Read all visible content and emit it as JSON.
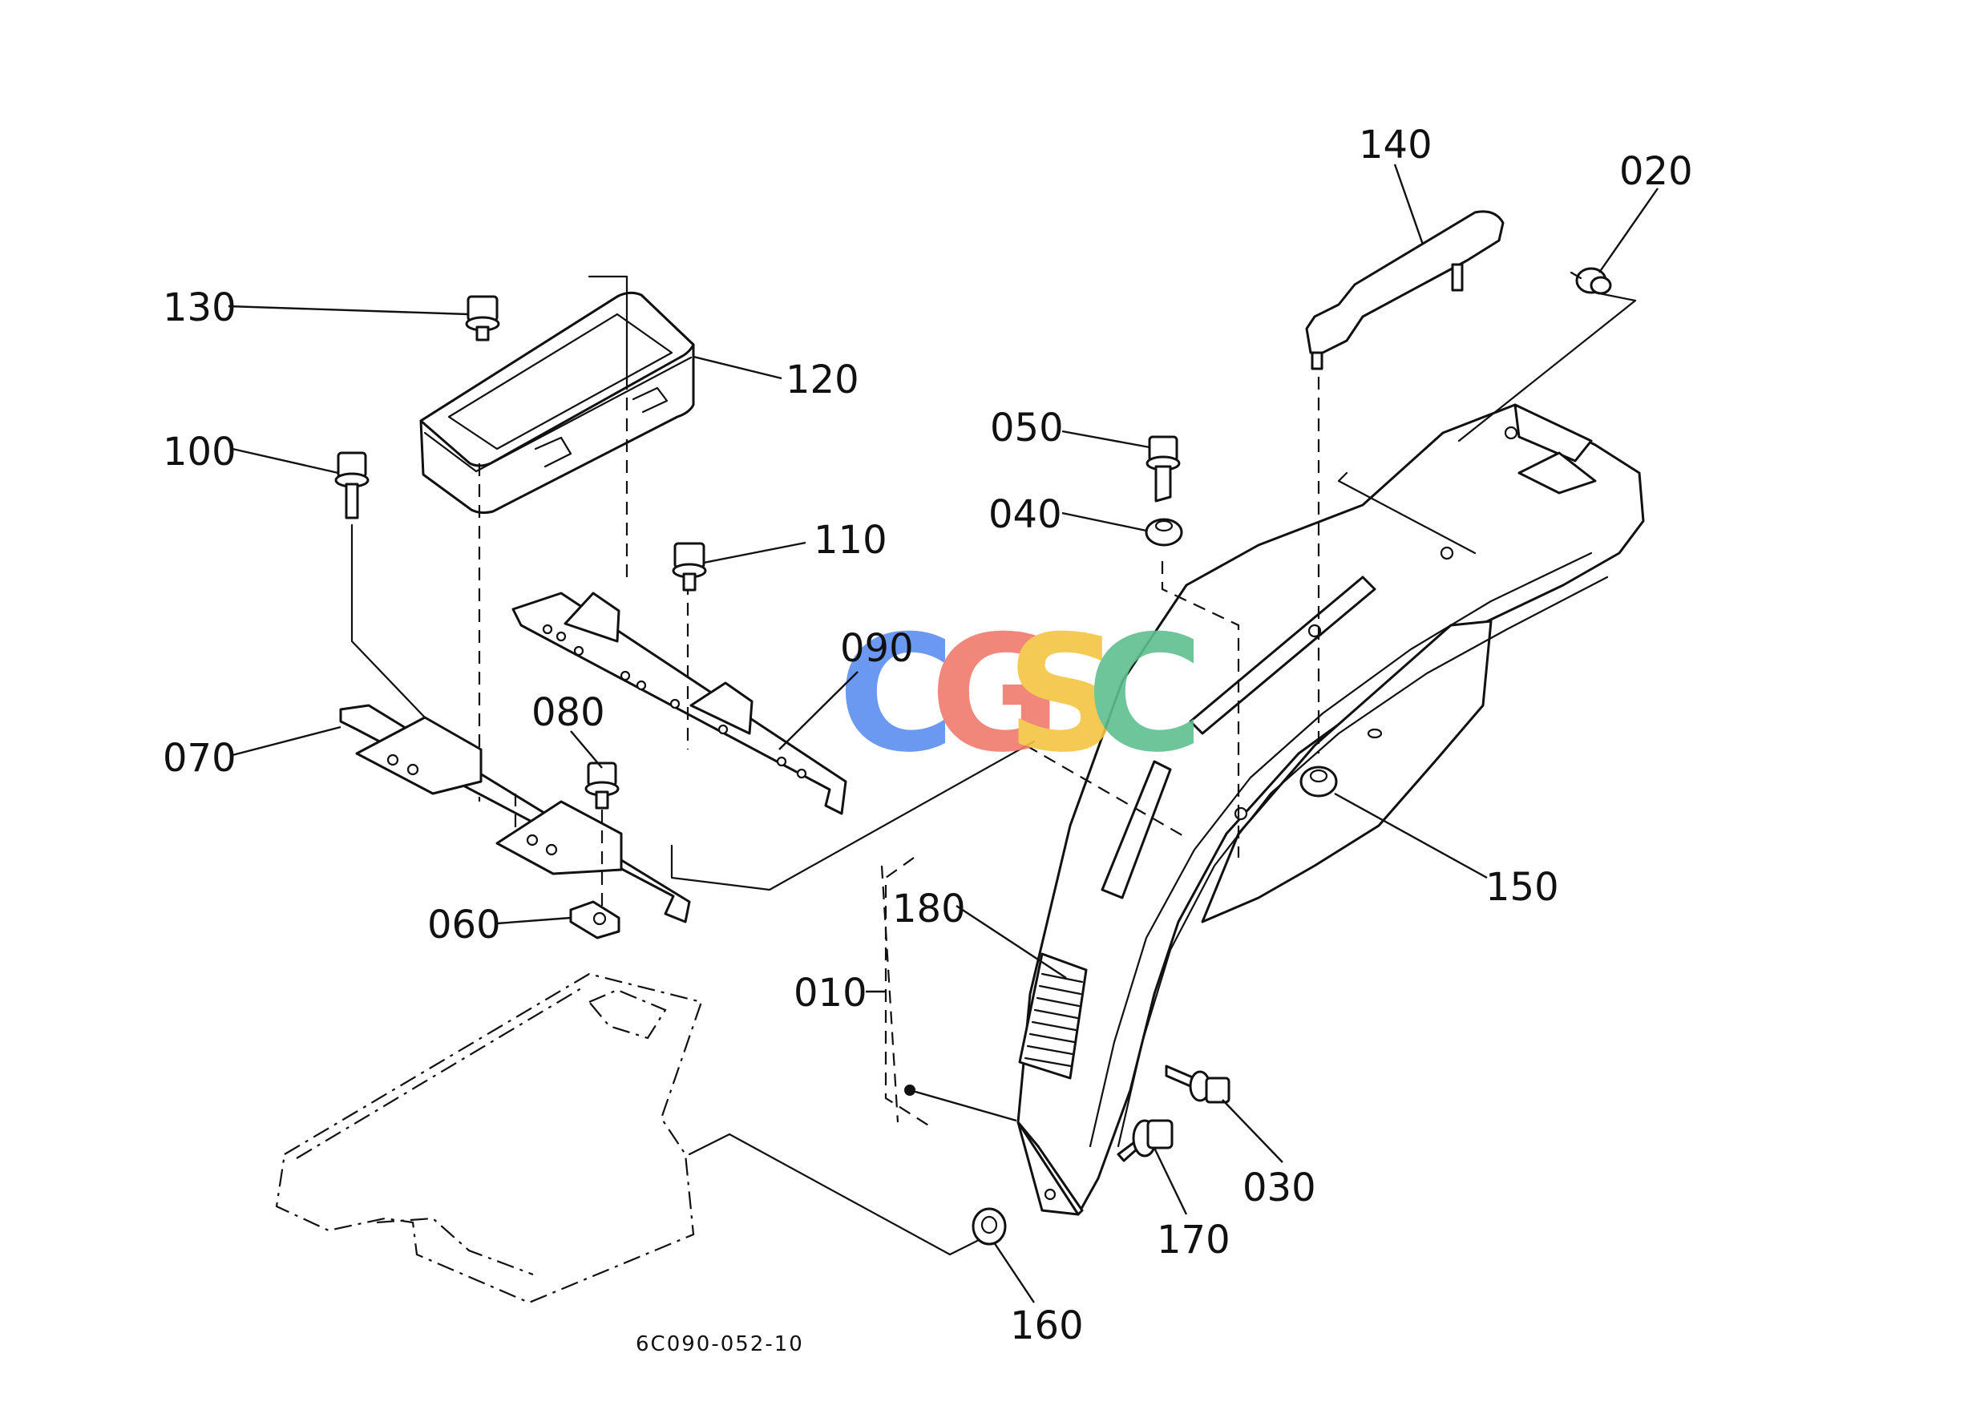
{
  "diagram": {
    "doc_number": "6C090-052-10",
    "watermark": {
      "letters": [
        "C",
        "G",
        "S",
        "C"
      ],
      "colors": [
        "#5b8def",
        "#ef7b6c",
        "#f5c542",
        "#5fbf8f"
      ]
    },
    "callouts": {
      "p010": "010",
      "p020": "020",
      "p030": "030",
      "p040": "040",
      "p050": "050",
      "p060": "060",
      "p070": "070",
      "p080": "080",
      "p090": "090",
      "p100": "100",
      "p110": "110",
      "p120": "120",
      "p130": "130",
      "p140": "140",
      "p150": "150",
      "p160": "160",
      "p170": "170",
      "p180": "180"
    }
  }
}
